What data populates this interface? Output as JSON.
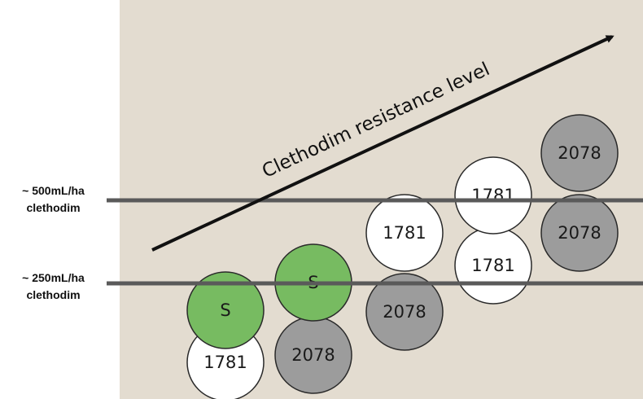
{
  "dose_labels": [
    {
      "line1": "~ 500mL/ha",
      "line2": "clethodim"
    },
    {
      "line1": "~ 250mL/ha",
      "line2": "clethodim"
    }
  ],
  "axis_label": "Clethodim resistance level",
  "colors": {
    "panel_bg": "#e3dcd0",
    "susceptible": "#77bb61",
    "mutation_1781": "#ffffff",
    "mutation_2078": "#9c9c9c",
    "threshold_line": "#5a5a5a",
    "arrow": "#111111"
  },
  "genotypes": [
    {
      "top": "S",
      "bottom": "1781"
    },
    {
      "top": "S",
      "bottom": "2078"
    },
    {
      "top": "1781",
      "bottom": "2078"
    },
    {
      "top": "1781",
      "bottom": "1781"
    },
    {
      "top": "2078",
      "bottom": "2078"
    }
  ]
}
